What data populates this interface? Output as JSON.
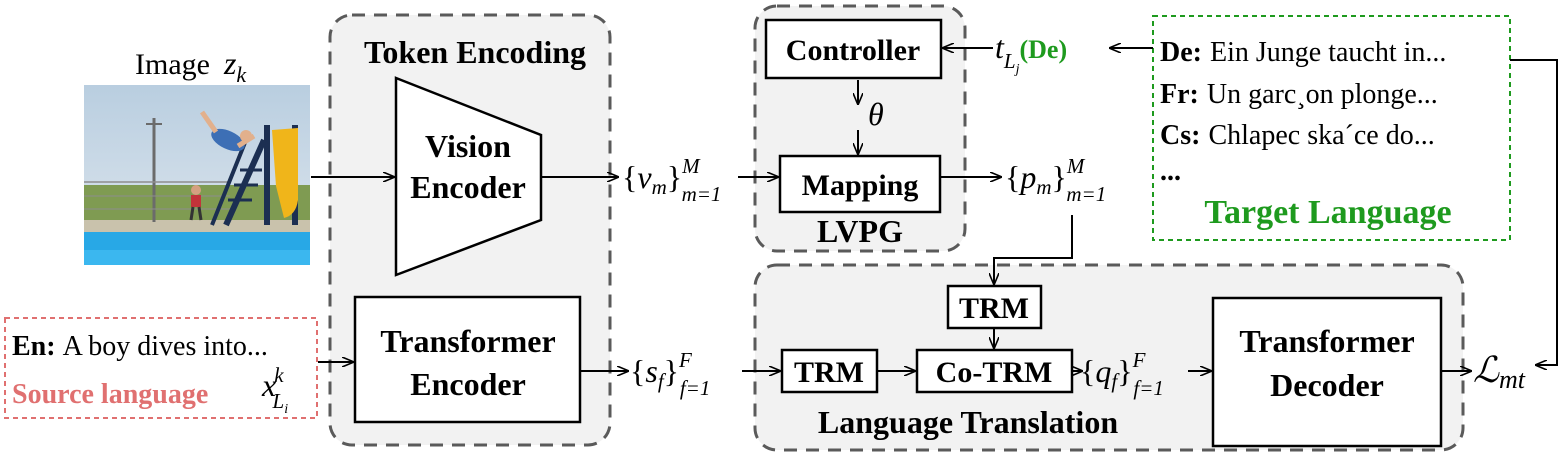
{
  "image_label": {
    "text": "Image",
    "var": "z",
    "sub": "k"
  },
  "token_encoding": {
    "title": "Token Encoding"
  },
  "vision_encoder": {
    "line1": "Vision",
    "line2": "Encoder"
  },
  "transformer_encoder": {
    "line1": "Transformer",
    "line2": "Encoder"
  },
  "vm": {
    "var": "v",
    "sub": "m",
    "sup": "M",
    "range": "m=1"
  },
  "lvpg": {
    "title": "LVPG",
    "controller": "Controller",
    "mapping": "Mapping",
    "theta": "θ"
  },
  "pm": {
    "var": "p",
    "sub": "m",
    "sup": "M",
    "range": "m=1"
  },
  "target_token": {
    "var": "t",
    "sub": "L",
    "subsub": "j",
    "lang": "(De)"
  },
  "target_language": {
    "title": "Target Language",
    "lines": [
      {
        "code": "De:",
        "text": "Ein Junge taucht in..."
      },
      {
        "code": "Fr:",
        "text": "Un garc¸on plonge..."
      },
      {
        "code": "Cs:",
        "text": "Chlapec ska´ce do..."
      },
      {
        "code": "...",
        "text": ""
      }
    ]
  },
  "source": {
    "code": "En:",
    "text": "A boy dives into...",
    "title": "Source language",
    "var": "x",
    "sup": "k",
    "sub": "L",
    "subsub": "i"
  },
  "sf": {
    "var": "s",
    "sub": "f",
    "sup": "F",
    "range": "f=1"
  },
  "qf": {
    "var": "q",
    "sub": "f",
    "sup": "F",
    "range": "f=1"
  },
  "language_translation": {
    "title": "Language Translation",
    "trm_top": "TRM",
    "trm_left": "TRM",
    "co_trm": "Co-TRM",
    "decoder_line1": "Transformer",
    "decoder_line2": "Decoder"
  },
  "loss": {
    "var": "ℒ",
    "sub": "mt"
  },
  "colors": {
    "green": "#1e9a1e",
    "salmon": "#e07070",
    "panel": "#f2f2f2",
    "dash": "#5a5a5a"
  }
}
